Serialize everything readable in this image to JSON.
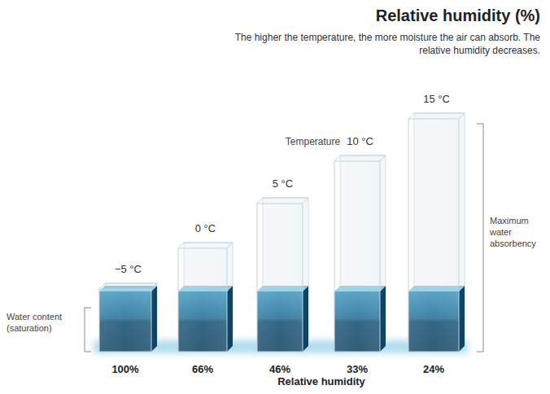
{
  "diagram": {
    "title": "Relative humidity (%)",
    "caption": "The higher the temperature, the more moisture the air can absorb. The relative humidity decreases.",
    "nodes": [
      {
        "text": [
          "−5 °C",
          "100%"
        ]
      },
      {
        "text": [
          "0 °C",
          "66%"
        ]
      },
      {
        "text": [
          "5 °C",
          "46%"
        ]
      },
      {
        "text": [
          "10 °C",
          "33%"
        ]
      },
      {
        "text": [
          "15 °C",
          "24%"
        ]
      }
    ],
    "labels": [
      "Temperature",
      "Water content (saturation)",
      "Maximum water absorbency",
      "Relative humidity"
    ]
  }
}
